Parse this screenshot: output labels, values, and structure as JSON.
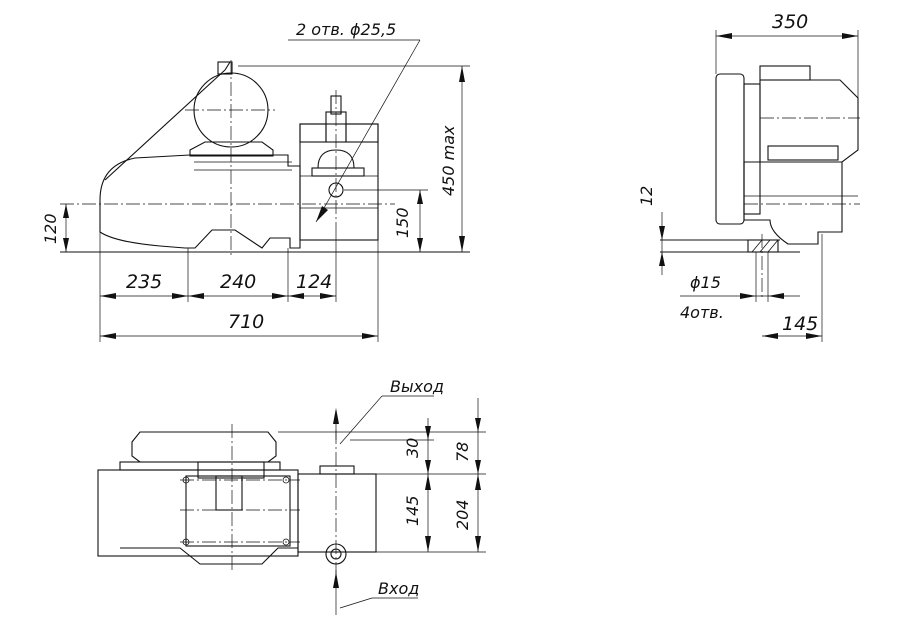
{
  "front_view": {
    "note_holes": "2 отв. ϕ25,5",
    "dim_height_total": "450 max",
    "dim_shaft_height": "120",
    "dim_outlet_height": "150",
    "dim_a": "235",
    "dim_b": "240",
    "dim_c": "124",
    "dim_length": "710"
  },
  "side_view": {
    "dim_width": "350",
    "dim_base_thickness": "12",
    "dim_hole_dia": "ϕ15",
    "dim_hole_count": "4отв.",
    "dim_offset": "145"
  },
  "top_view": {
    "label_outlet": "Выход",
    "label_inlet": "Вход",
    "dim_30": "30",
    "dim_78": "78",
    "dim_145": "145",
    "dim_204": "204"
  }
}
